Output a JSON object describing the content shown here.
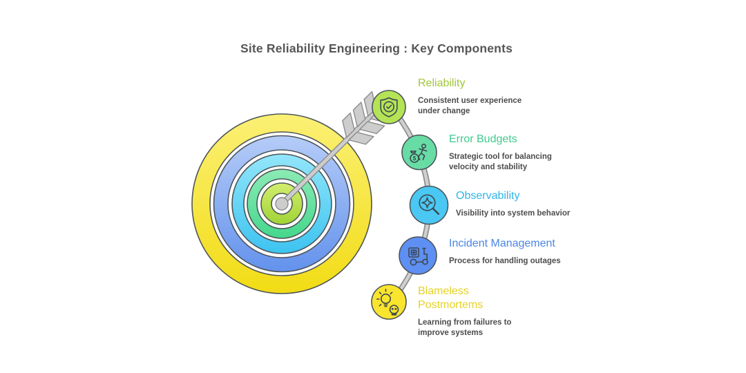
{
  "title": "Site Reliability Engineering : Key Components",
  "items": [
    {
      "label": "Reliability",
      "title_color": "#9fc43c",
      "circle_fill": "#b4e456",
      "icon": "shield-check",
      "description": "Consistent user experience\nunder change"
    },
    {
      "label": "Error Budgets",
      "title_color": "#3fca90",
      "circle_fill": "#67dca5",
      "icon": "money-bag-runner",
      "description": "Strategic tool for balancing\nvelocity and stability"
    },
    {
      "label": "Observability",
      "title_color": "#2eb6e9",
      "circle_fill": "#4ac8f3",
      "icon": "magnifier-sparkle",
      "description": "Visibility into system behavior"
    },
    {
      "label": "Incident Management",
      "title_color": "#4a86e4",
      "circle_fill": "#5e8ff2",
      "icon": "delivery-scooter",
      "description": "Process for handling outages"
    },
    {
      "label": "Blameless\nPostmortems",
      "title_color": "#e6d226",
      "circle_fill": "#f9e42e",
      "icon": "lightbulb-skull",
      "description": "Learning from failures to\nimprove systems"
    }
  ],
  "target": {
    "rings": [
      {
        "name": "outer-yellow",
        "from": "#fbf075",
        "to": "#f2dc15"
      },
      {
        "name": "blue",
        "from": "#b5ccf8",
        "to": "#6392ec"
      },
      {
        "name": "cyan",
        "from": "#92e6fa",
        "to": "#3dc3f0"
      },
      {
        "name": "green",
        "from": "#8cebb5",
        "to": "#45d78c"
      },
      {
        "name": "lime-center",
        "from": "#d2ee6e",
        "to": "#a0d335"
      }
    ],
    "arrow_fill": "#cdcdcd",
    "arrow_stroke": "#8b8b8b",
    "connector_outer": "#8f8f8f",
    "connector_inner": "#d0d0d0"
  }
}
